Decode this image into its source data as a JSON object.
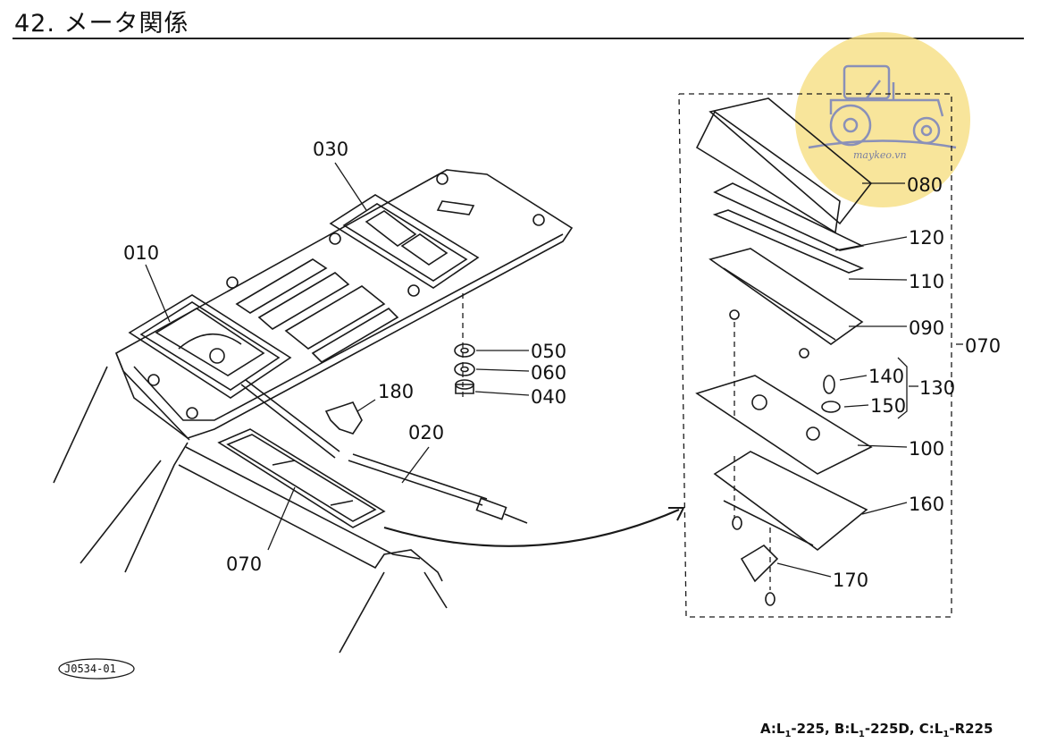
{
  "title": "42. メータ関係",
  "drawing_code": "J0534-01",
  "watermark_text": "maykeo.vn",
  "footer": {
    "a_prefix": "A:L",
    "a_sub": "1",
    "a_suffix": "-225,",
    "b_prefix": "B:L",
    "b_sub": "1",
    "b_suffix": "-225D,",
    "c_prefix": "C:L",
    "c_sub": "1",
    "c_suffix": "-R225"
  },
  "parts": {
    "p010": "010",
    "p020": "020",
    "p030": "030",
    "p040": "040",
    "p050": "050",
    "p060": "060",
    "p070_main": "070",
    "p070_group": "070",
    "p080": "080",
    "p090": "090",
    "p100": "100",
    "p110": "110",
    "p120": "120",
    "p130": "130",
    "p140": "140",
    "p150": "150",
    "p160": "160",
    "p170": "170",
    "p180": "180"
  },
  "colors": {
    "line": "#1a1a1a",
    "watermark_fill": "#f5dc7a",
    "watermark_icon": "#8a90b8"
  }
}
